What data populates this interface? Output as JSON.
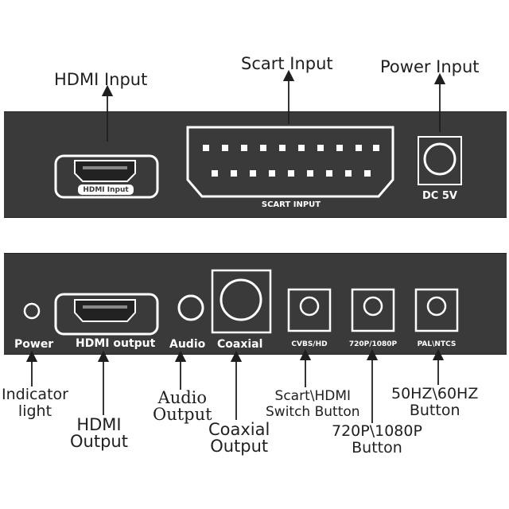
{
  "top_panel": {
    "hdmi_input_port_label": "HDMI Input",
    "scart_input_label": "SCART INPUT",
    "dc_label": "DC 5V"
  },
  "bottom_panel": {
    "power_label": "Power",
    "hdmi_output_label": "HDMI output",
    "audio_label": "Audio",
    "coaxial_label": "Coaxial",
    "cvbs_hd_label": "CVBS/HD",
    "resolution_label": "720P/1080P",
    "pal_ntsc_label": "PAL\\NTCS"
  },
  "callouts": {
    "hdmi_input": "HDMI Input",
    "scart_input": "Scart Input",
    "power_input": "Power Input",
    "indicator_light": "Indicator\nlight",
    "hdmi_output": "HDMI\nOutput",
    "audio_output": "Audio\nOutput",
    "coaxial_output": "Coaxial\nOutput",
    "scart_hdmi_switch": "Scart\\HDMI\nSwitch Button",
    "resolution_button": "720P\\1080P\nButton",
    "frequency_button": "50HZ\\60HZ\nButton"
  },
  "colors": {
    "panel": "#3a3a3a",
    "port_white": "#ffffff",
    "callout_text": "#1f1f1f"
  }
}
